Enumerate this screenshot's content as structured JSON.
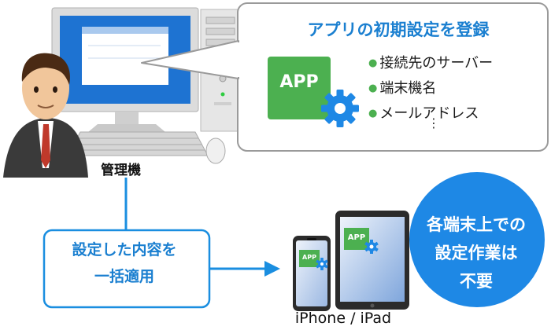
{
  "callout": {
    "title": "アプリの初期設定を登録",
    "items": [
      "接続先のサーバー",
      "端末機名",
      "メールアドレス"
    ],
    "more": "⋮",
    "app_label": "APP"
  },
  "admin": {
    "label": "管理機"
  },
  "process_box": {
    "line1": "設定した内容を",
    "line2": "一括適用"
  },
  "devices": {
    "label": "iPhone / iPad",
    "app_label": "APP"
  },
  "bubble": {
    "line1": "各端末上での",
    "line2": "設定作業は",
    "line3": "不要"
  },
  "colors": {
    "accent_blue": "#1a7fd0",
    "bubble_blue": "#1e88e5",
    "app_green": "#4cb050",
    "gear_blue": "#1e88e5"
  }
}
